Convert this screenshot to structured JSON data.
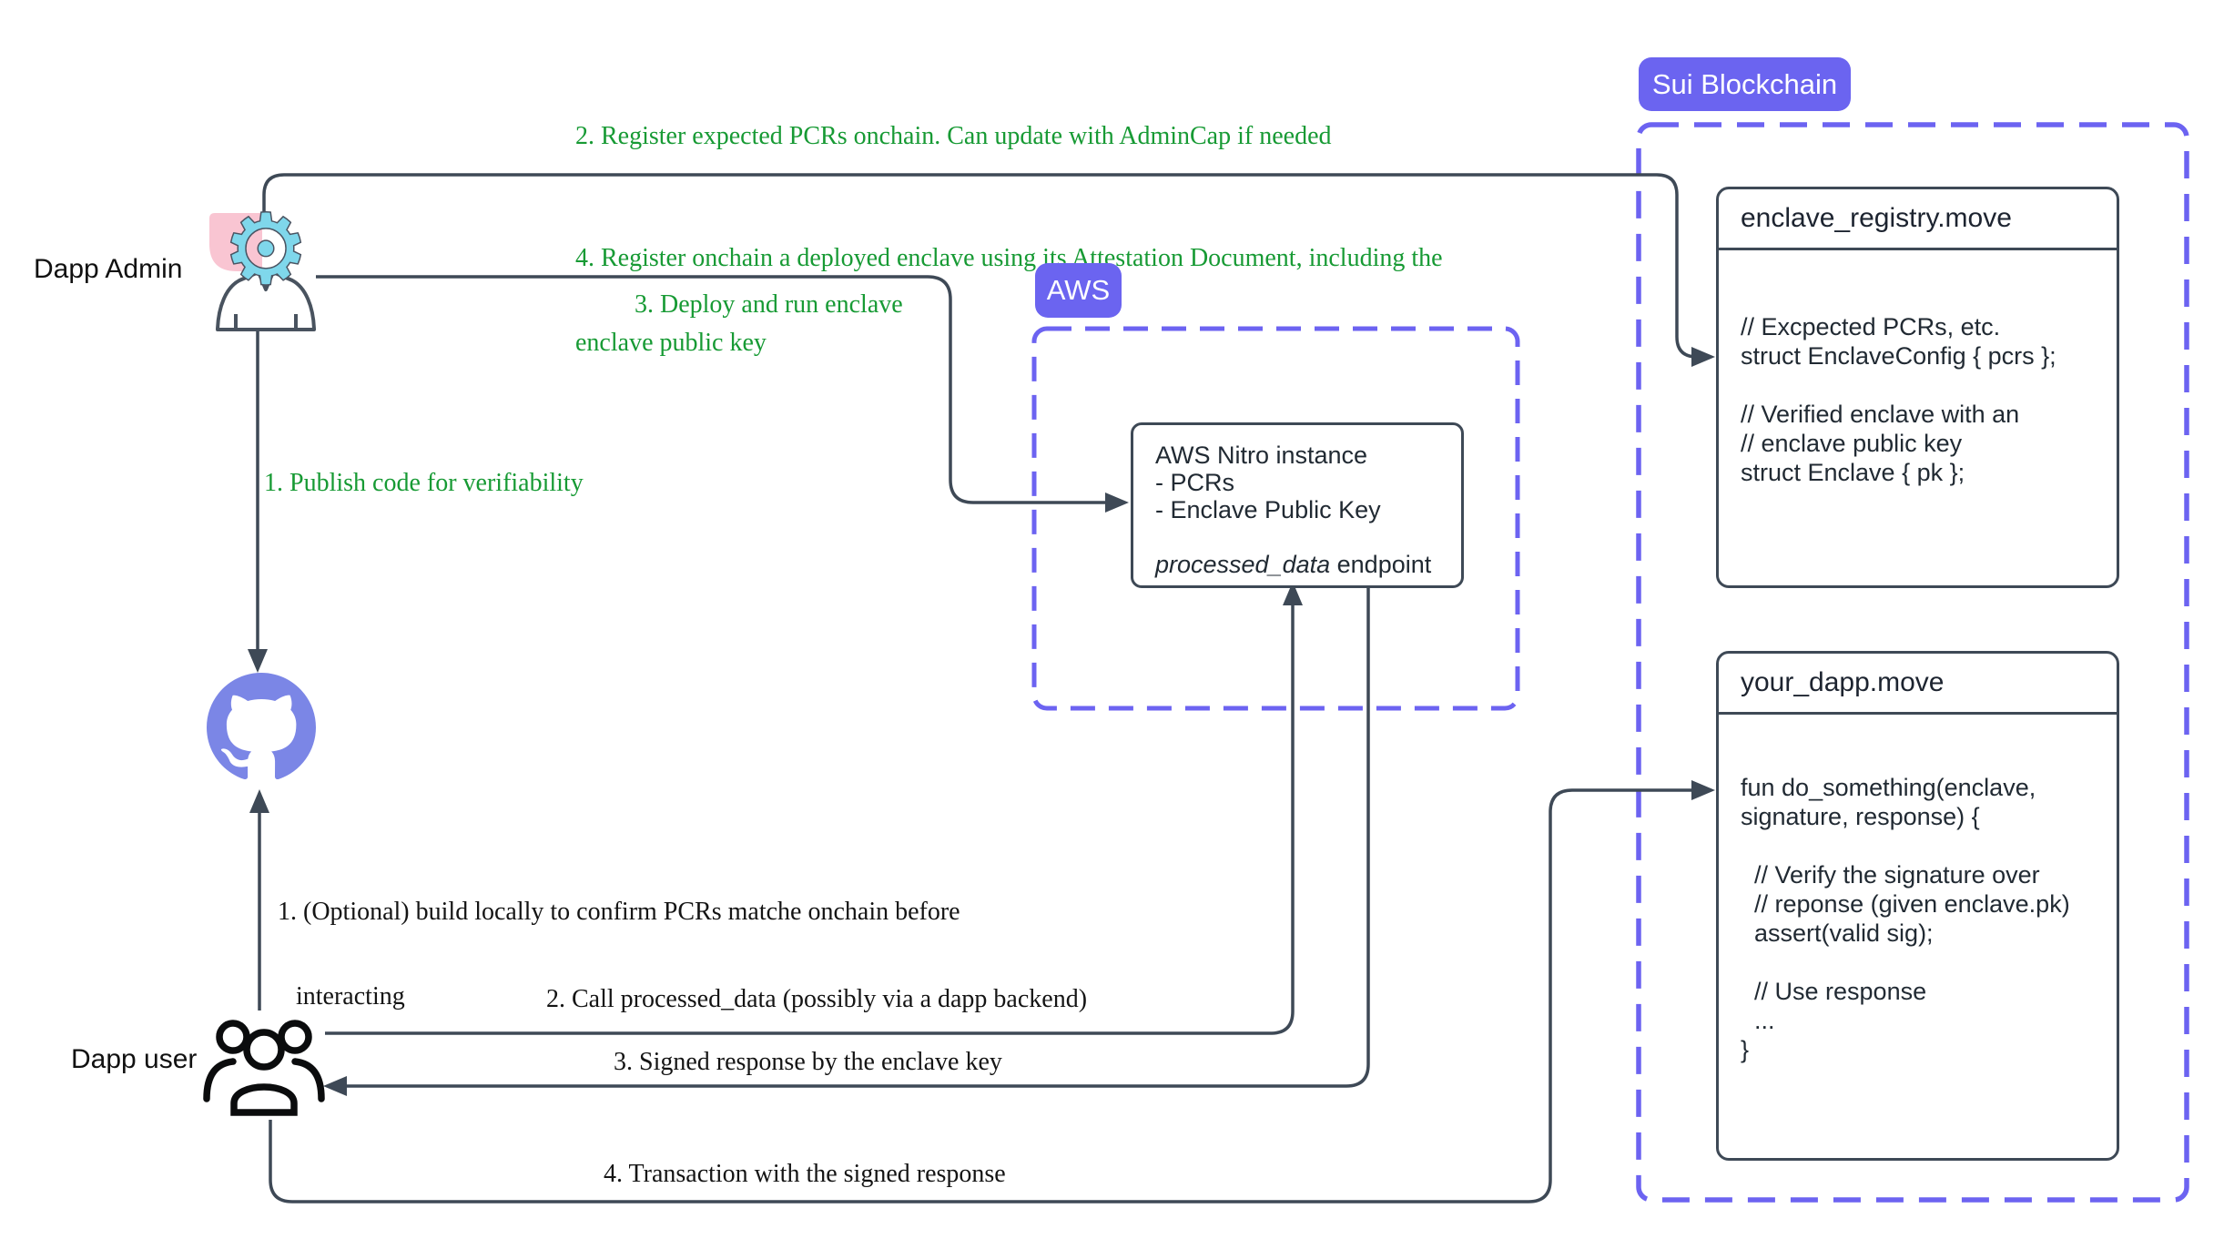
{
  "actors": {
    "admin_label": "Dapp Admin",
    "user_label": "Dapp user"
  },
  "badges": {
    "aws": "AWS",
    "sui_blockchain": "Sui Blockchain"
  },
  "admin_steps": {
    "publish": "1. Publish code for verifiability",
    "register_pcrs": "2. Register expected PCRs onchain. Can update with AdminCap if needed",
    "deploy": "3. Deploy and run enclave",
    "register_enclave_line1": "4. Register onchain a deployed enclave using its Attestation Document, including the",
    "register_enclave_line2": "enclave public key"
  },
  "user_steps": {
    "build_line1": "1. (Optional) build locally to confirm PCRs matche onchain before",
    "build_line2": "interacting",
    "call": "2. Call processed_data (possibly via a dapp backend)",
    "signed": "3. Signed response by the enclave key",
    "transaction": "4. Transaction with the signed response"
  },
  "aws_nitro": {
    "lines": [
      "AWS Nitro instance",
      "- PCRs",
      "- Enclave Public Key"
    ],
    "endpoint_name": "processed_data",
    "endpoint_suffix": " endpoint"
  },
  "enclave_registry": {
    "title": "enclave_registry.move",
    "code": [
      "// Excpected PCRs, etc.",
      "struct EnclaveConfig { pcrs };",
      "",
      "// Verified enclave with an",
      "// enclave public key",
      "struct Enclave { pk };"
    ]
  },
  "your_dapp": {
    "title": "your_dapp.move",
    "code": [
      "fun do_something(enclave,",
      "signature, response) {",
      "",
      "  // Verify the signature over",
      "  // reponse (given enclave.pk)",
      "  assert(valid sig);",
      "",
      "  // Use response",
      "  ...",
      "}"
    ]
  },
  "colors": {
    "line": "#3e4956",
    "purple": "#6b64f0",
    "purple_dash": "#6c63f1",
    "green": "#179a34",
    "pink": "#f9c5d2",
    "teal": "#7fd7eb",
    "github_blue": "#7b86e6"
  }
}
